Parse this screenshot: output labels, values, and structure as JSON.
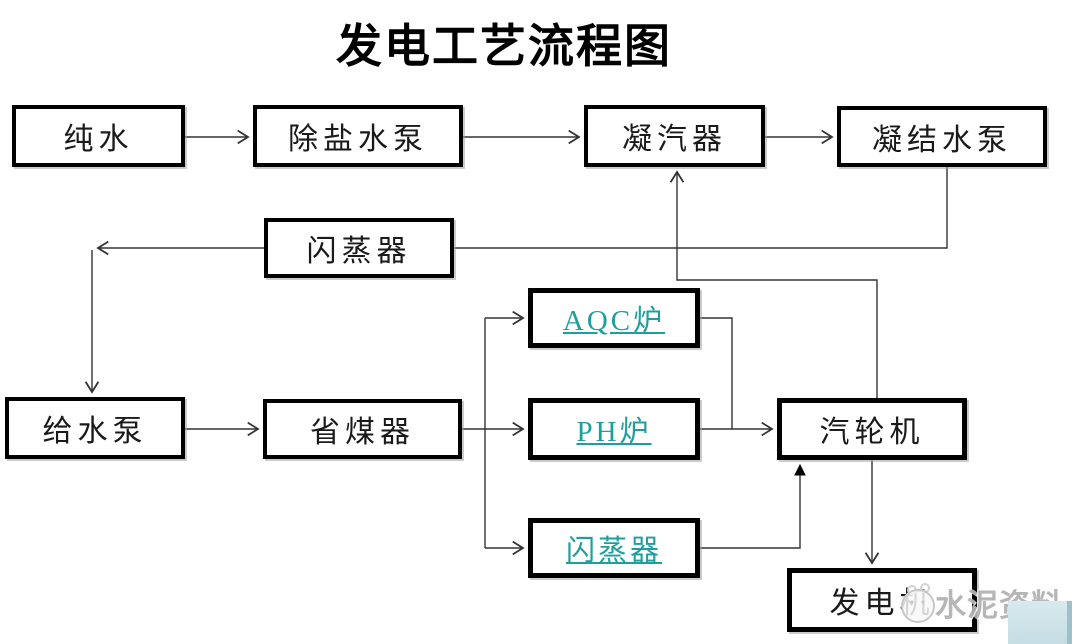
{
  "title": "发电工艺流程图",
  "nodes": {
    "pure_water": {
      "label": "纯水"
    },
    "desalted_water_pump": {
      "label": "除盐水泵"
    },
    "condenser": {
      "label": "凝汽器"
    },
    "condensate_pump": {
      "label": "凝结水泵"
    },
    "flash_evaporator_upper": {
      "label": "闪蒸器"
    },
    "aqc_boiler": {
      "label": "AQC炉",
      "style": "teal-underlined-link"
    },
    "ph_boiler": {
      "label": "PH炉",
      "style": "teal-underlined-link"
    },
    "flash_evaporator_lower": {
      "label": "闪蒸器",
      "style": "teal-underlined-link"
    },
    "feed_water_pump": {
      "label": "给水泵"
    },
    "economizer": {
      "label": "省煤器"
    },
    "steam_turbine": {
      "label": "汽轮机"
    },
    "generator": {
      "label": "发电机"
    }
  },
  "edges": [
    {
      "from": "纯水",
      "to": "除盐水泵"
    },
    {
      "from": "除盐水泵",
      "to": "凝汽器"
    },
    {
      "from": "凝汽器",
      "to": "凝结水泵"
    },
    {
      "from": "凝结水泵",
      "to": "闪蒸器(上)"
    },
    {
      "from": "闪蒸器(上)",
      "to": "给水泵"
    },
    {
      "from": "给水泵",
      "to": "省煤器"
    },
    {
      "from": "省煤器",
      "to": "AQC炉"
    },
    {
      "from": "省煤器",
      "to": "PH炉"
    },
    {
      "from": "省煤器",
      "to": "闪蒸器(下)"
    },
    {
      "from": "AQC炉",
      "to": "汽轮机"
    },
    {
      "from": "PH炉",
      "to": "汽轮机"
    },
    {
      "from": "闪蒸器(下)",
      "to": "汽轮机"
    },
    {
      "from": "汽轮机",
      "to": "凝汽器"
    },
    {
      "from": "汽轮机",
      "to": "发电机"
    }
  ],
  "watermark": {
    "text": "水泥资料"
  },
  "colors": {
    "link_teal": "#1f9e9e",
    "line": "#333333",
    "box_border": "#000000",
    "watermark_gray": "#b3b3b3",
    "corner_blue": "#cde2e8"
  }
}
